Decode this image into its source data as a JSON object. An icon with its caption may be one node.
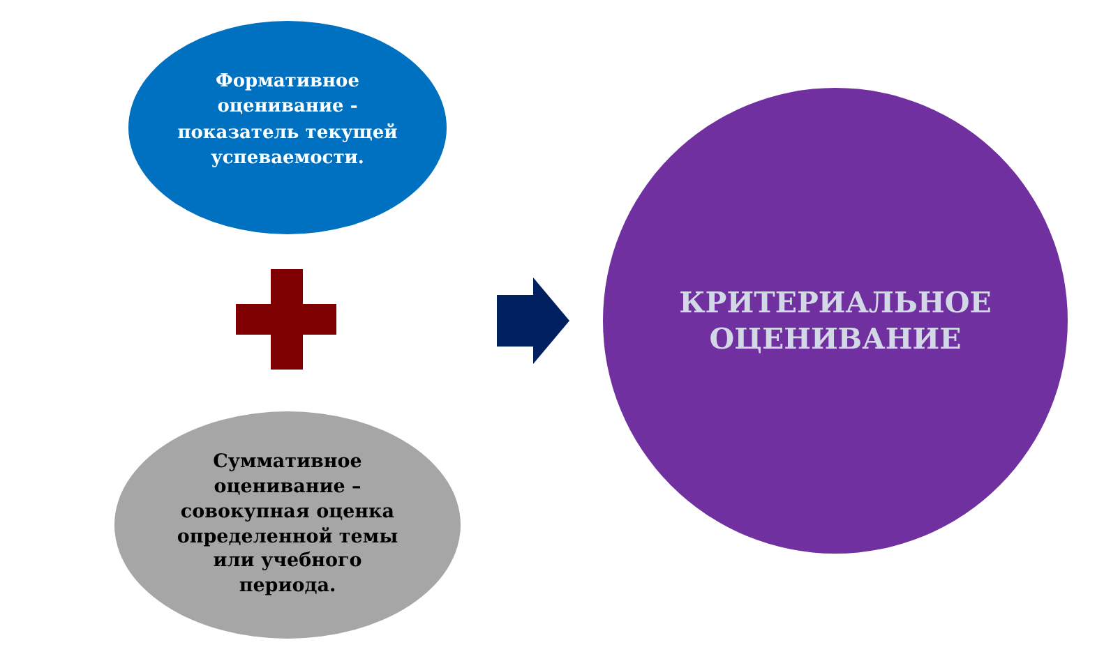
{
  "diagram": {
    "nodes": [
      {
        "text": [
          "Формативное оценивание - показатель текущей успеваемости."
        ]
      },
      {
        "text": [
          "Суммативное оценивание – совокупная оценка определенной темы или учебного периода."
        ]
      },
      {
        "text": [
          "КРИТЕРИАЛЬНОЕ ОЦЕНИВАНИЕ"
        ]
      }
    ],
    "edges": [
      {
        "from": null,
        "to": 2,
        "arrow": "to"
      }
    ]
  }
}
